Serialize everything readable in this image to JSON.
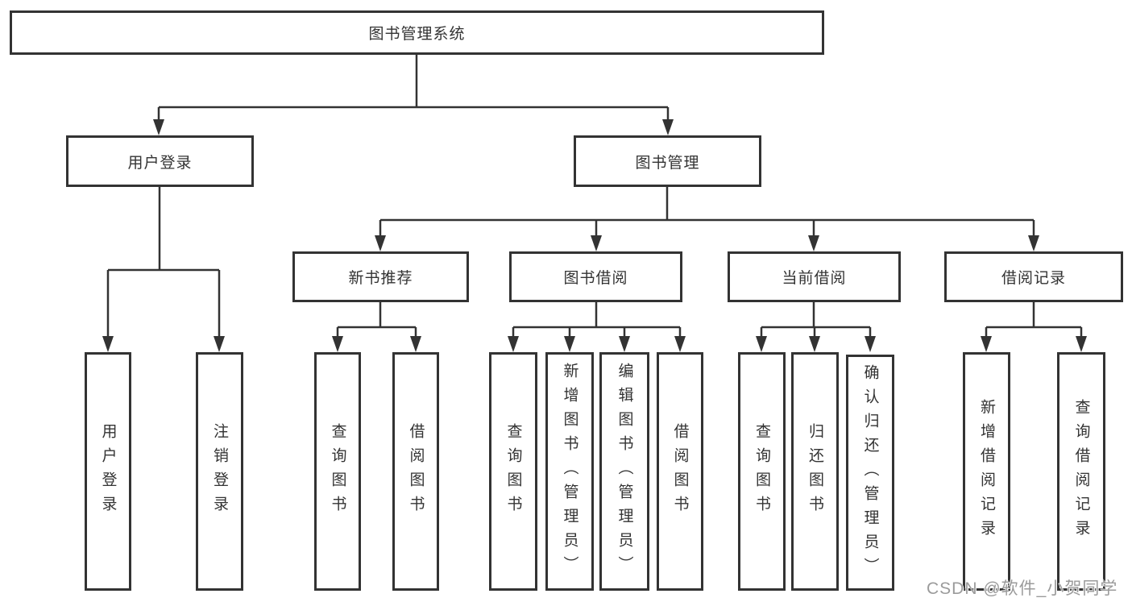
{
  "diagram": {
    "root": {
      "label": "图书管理系统"
    },
    "level2": [
      {
        "label": "用户登录",
        "children": [
          {
            "label": "用户登录"
          },
          {
            "label": "注销登录"
          }
        ]
      },
      {
        "label": "图书管理",
        "children": [
          {
            "label": "新书推荐",
            "children": [
              {
                "label": "查询图书"
              },
              {
                "label": "借阅图书"
              }
            ]
          },
          {
            "label": "图书借阅",
            "children": [
              {
                "label": "查询图书"
              },
              {
                "label": "新增图书（管理员）"
              },
              {
                "label": "编辑图书（管理员）"
              },
              {
                "label": "借阅图书"
              }
            ]
          },
          {
            "label": "当前借阅",
            "children": [
              {
                "label": "查询图书"
              },
              {
                "label": "归还图书"
              },
              {
                "label": "确认归还（管理员）"
              }
            ]
          },
          {
            "label": "借阅记录",
            "children": [
              {
                "label": "新增借阅记录"
              },
              {
                "label": "查询借阅记录"
              }
            ]
          }
        ]
      }
    ],
    "colors": {
      "line": "#333333",
      "text": "#333333",
      "box_background": "#ffffff"
    }
  },
  "watermark": {
    "text": "CSDN @软件_小贺同学",
    "color": "#9b9b9b"
  }
}
